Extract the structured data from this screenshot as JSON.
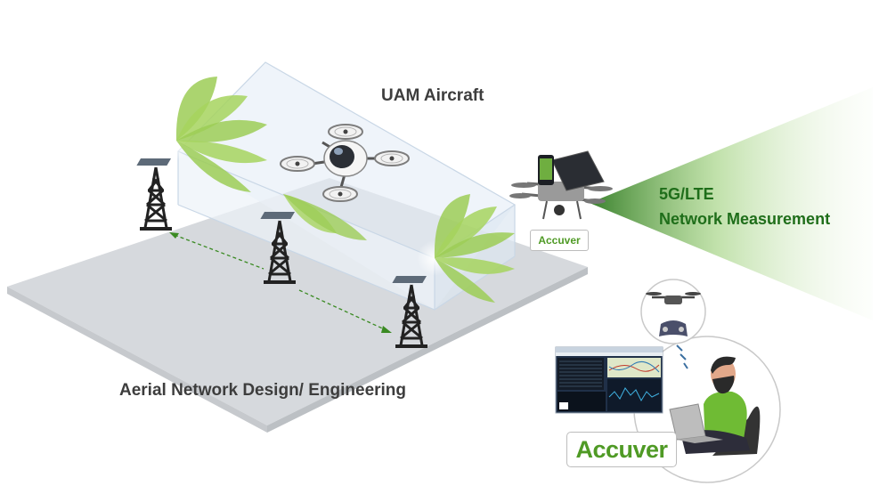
{
  "labels": {
    "uam_aircraft": "UAM Aircraft",
    "measurement_line1": "5G/LTE",
    "measurement_line2": "Network Measurement",
    "aerial_design": "Aerial Network Design/ Engineering"
  },
  "logos": {
    "brand_small": "Accuver",
    "brand_large": "Accuver"
  },
  "colors": {
    "brand_green": "#4f9a25",
    "measurement_text": "#1f6e1a",
    "label_text": "#3d3d3d",
    "beam_green": "#9ccc56",
    "ground": "#d5d8dc",
    "building_glass": "#e3ecf5",
    "tower": "#2a2a2a",
    "shirt_green": "#6fbb34"
  },
  "icons": [
    "cell-tower-icon",
    "uam-drone-icon",
    "measurement-drone-icon",
    "smartphone-icon",
    "tablet-icon",
    "remote-controller-icon",
    "operator-icon",
    "laptop-icon"
  ]
}
